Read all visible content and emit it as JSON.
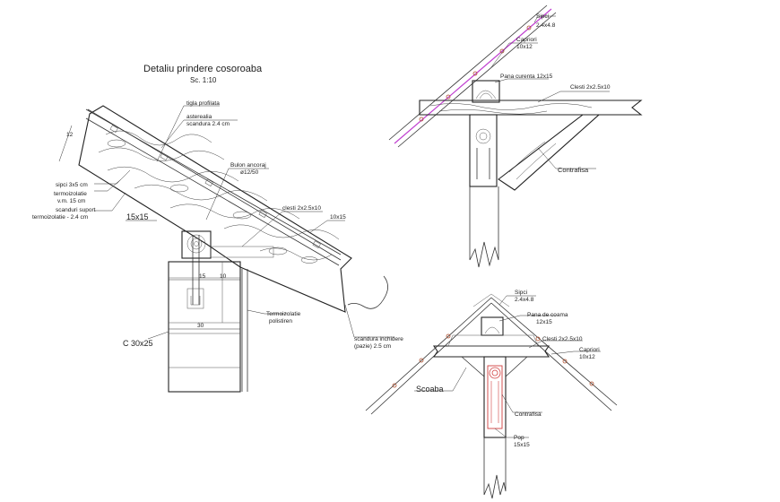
{
  "detail_left": {
    "title": "Detaliu prindere cosoroaba",
    "scale": "Sc. 1:10",
    "labels": {
      "tigla": "tigla profilata",
      "asterealia_1": "asterealia",
      "asterealia_2": "scandura 2.4 cm",
      "bulon_1": "Bulon ancoraj",
      "bulon_2": "ø12/50",
      "sipci": "sipci 3x5 cm",
      "termoizolatie_a1": "termoizolatie",
      "termoizolatie_a2": "v.m. 15 cm",
      "scanduri_1": "scanduri suport",
      "scanduri_2": "termoizolatie - 2.4 cm",
      "dim_15x15": "15x15",
      "clesti": "clesti 2x2.5x10",
      "dim_10x15": "10x15",
      "dim_15": "15",
      "dim_10": "10",
      "dim_30": "30",
      "dim_12": "12",
      "termoizolatie_b1": "Termoizolatie",
      "termoizolatie_b2": "polistiren",
      "scandura_1": "scandura inchidere",
      "scandura_2": "(pazie) 2.5 cm",
      "c30x25": "C 30x25"
    }
  },
  "detail_top_right": {
    "labels": {
      "sipci_1": "Sipci",
      "sipci_2": "2.4x4.8",
      "capriori_1": "Capriori",
      "capriori_2": "10x12",
      "pana": "Pana curenta 12x15",
      "clesti": "Clesti 2x2.5x10",
      "contrafisa": "Contrafisa"
    }
  },
  "detail_bottom_right": {
    "labels": {
      "sipci_1": "Sipci",
      "sipci_2": "2.4x4.8",
      "pana_1": "Pana de coama",
      "pana_2": "12x15",
      "clesti": "Clesti 2x2.5x10",
      "capriori_1": "Capriori",
      "capriori_2": "10x12",
      "scoaba": "Scoaba",
      "contrafisa": "Contrafisa",
      "pop_1": "Pop",
      "pop_2": "15x15"
    }
  },
  "colors": {
    "line": "#333333",
    "highlight_purple": "#c040d0",
    "highlight_red": "#d04040",
    "nail": "#b05030"
  }
}
